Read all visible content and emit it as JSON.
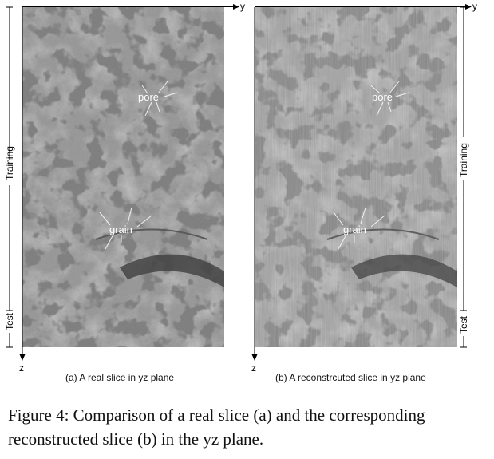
{
  "panels": [
    {
      "axis_y": "y",
      "axis_z": "z",
      "side_label_training": "Training",
      "side_label_test": "Test",
      "label_pore": "pore",
      "label_grain": "grain",
      "subcaption": "(a) A real slice in yz plane"
    },
    {
      "axis_y": "y",
      "axis_z": "z",
      "side_label_training": "Training",
      "side_label_test": "Test",
      "label_pore": "pore",
      "label_grain": "grain",
      "subcaption": "(b) A reconstrcuted slice in yz plane"
    }
  ],
  "caption": "Figure 4: Comparison of a real slice (a) and the corresponding reconstructed slice (b) in the yz plane.",
  "colors": {
    "grain_base": "#9a9a9a",
    "pore_dark": "#3c3c3c",
    "axis": "#000000"
  }
}
